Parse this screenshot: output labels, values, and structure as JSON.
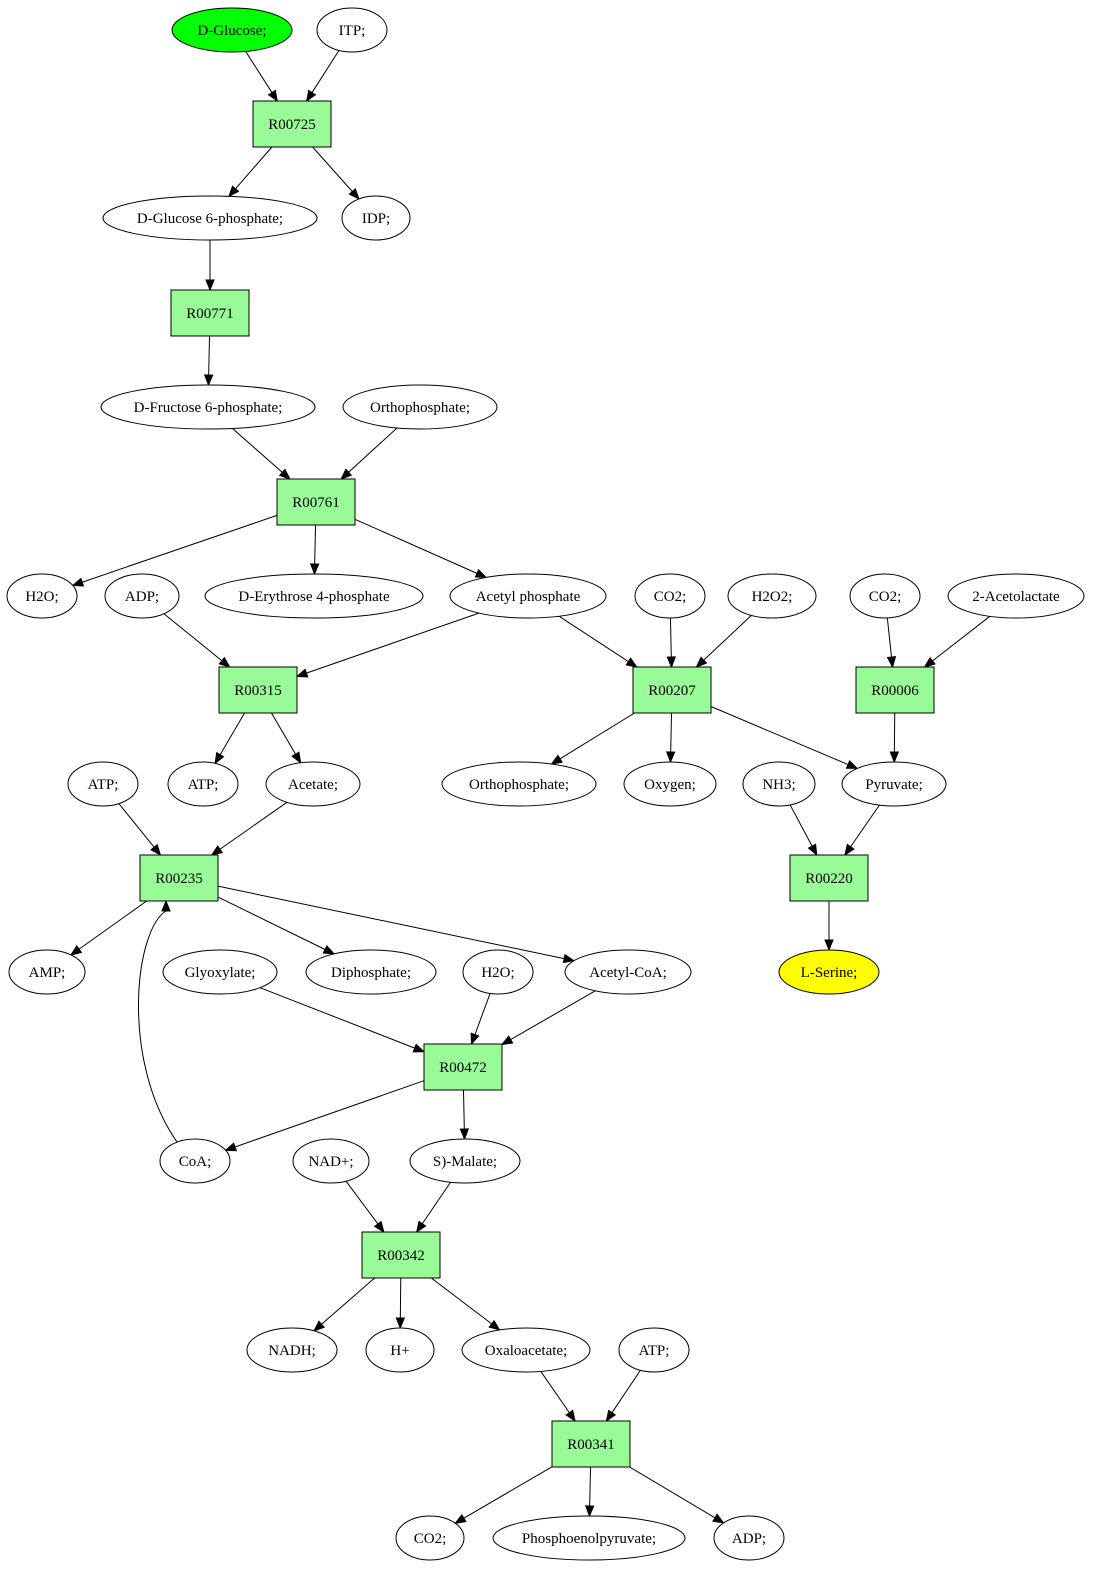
{
  "colors": {
    "reaction": "#98fb98",
    "source": "#00ff00",
    "target": "#ffff00",
    "compound": "#ffffff"
  },
  "nodes": [
    {
      "id": "n_dglucose",
      "label": "D-Glucose;",
      "kind": "compound",
      "role": "source"
    },
    {
      "id": "n_itp",
      "label": "ITP;",
      "kind": "compound"
    },
    {
      "id": "r00725",
      "label": "R00725",
      "kind": "reaction"
    },
    {
      "id": "n_g6p",
      "label": "D-Glucose 6-phosphate;",
      "kind": "compound"
    },
    {
      "id": "n_idp",
      "label": "IDP;",
      "kind": "compound"
    },
    {
      "id": "r00771",
      "label": "R00771",
      "kind": "reaction"
    },
    {
      "id": "n_f6p",
      "label": "D-Fructose 6-phosphate;",
      "kind": "compound"
    },
    {
      "id": "n_orthophosphate1",
      "label": "Orthophosphate;",
      "kind": "compound"
    },
    {
      "id": "r00761",
      "label": "R00761",
      "kind": "reaction"
    },
    {
      "id": "n_h2o1",
      "label": "H2O;",
      "kind": "compound"
    },
    {
      "id": "n_adp1",
      "label": "ADP;",
      "kind": "compound"
    },
    {
      "id": "n_e4p",
      "label": "D-Erythrose 4-phosphate",
      "kind": "compound"
    },
    {
      "id": "n_acetylp",
      "label": "Acetyl phosphate",
      "kind": "compound"
    },
    {
      "id": "n_co2a",
      "label": "CO2;",
      "kind": "compound"
    },
    {
      "id": "n_h2o2",
      "label": "H2O2;",
      "kind": "compound"
    },
    {
      "id": "n_co2b",
      "label": "CO2;",
      "kind": "compound"
    },
    {
      "id": "n_acetolactate",
      "label": "2-Acetolactate",
      "kind": "compound"
    },
    {
      "id": "r00315",
      "label": "R00315",
      "kind": "reaction"
    },
    {
      "id": "r00207",
      "label": "R00207",
      "kind": "reaction"
    },
    {
      "id": "r00006",
      "label": "R00006",
      "kind": "reaction"
    },
    {
      "id": "n_atp1",
      "label": "ATP;",
      "kind": "compound"
    },
    {
      "id": "n_atp2",
      "label": "ATP;",
      "kind": "compound"
    },
    {
      "id": "n_acetate",
      "label": "Acetate;",
      "kind": "compound"
    },
    {
      "id": "n_orthophosphate2",
      "label": "Orthophosphate;",
      "kind": "compound"
    },
    {
      "id": "n_oxygen",
      "label": "Oxygen;",
      "kind": "compound"
    },
    {
      "id": "n_nh3",
      "label": "NH3;",
      "kind": "compound"
    },
    {
      "id": "n_pyruvate",
      "label": "Pyruvate;",
      "kind": "compound"
    },
    {
      "id": "r00235",
      "label": "R00235",
      "kind": "reaction"
    },
    {
      "id": "r00220",
      "label": "R00220",
      "kind": "reaction"
    },
    {
      "id": "n_amp",
      "label": "AMP;",
      "kind": "compound"
    },
    {
      "id": "n_glyoxylate",
      "label": "Glyoxylate;",
      "kind": "compound"
    },
    {
      "id": "n_diphosphate",
      "label": "Diphosphate;",
      "kind": "compound"
    },
    {
      "id": "n_h2o3",
      "label": "H2O;",
      "kind": "compound"
    },
    {
      "id": "n_acetylcoa",
      "label": "Acetyl-CoA;",
      "kind": "compound"
    },
    {
      "id": "n_lserine",
      "label": "L-Serine;",
      "kind": "compound",
      "role": "target"
    },
    {
      "id": "r00472",
      "label": "R00472",
      "kind": "reaction"
    },
    {
      "id": "n_coa",
      "label": "CoA;",
      "kind": "compound"
    },
    {
      "id": "n_nad",
      "label": "NAD+;",
      "kind": "compound"
    },
    {
      "id": "n_smalate",
      "label": "S)-Malate;",
      "kind": "compound"
    },
    {
      "id": "r00342",
      "label": "R00342",
      "kind": "reaction"
    },
    {
      "id": "n_nadh",
      "label": "NADH;",
      "kind": "compound"
    },
    {
      "id": "n_hplus",
      "label": "H+",
      "kind": "compound"
    },
    {
      "id": "n_oxaloacetate",
      "label": "Oxaloacetate;",
      "kind": "compound"
    },
    {
      "id": "n_atp3",
      "label": "ATP;",
      "kind": "compound"
    },
    {
      "id": "r00341",
      "label": "R00341",
      "kind": "reaction"
    },
    {
      "id": "n_co2c",
      "label": "CO2;",
      "kind": "compound"
    },
    {
      "id": "n_pep",
      "label": "Phosphoenolpyruvate;",
      "kind": "compound"
    },
    {
      "id": "n_adp2",
      "label": "ADP;",
      "kind": "compound"
    }
  ],
  "edges": [
    {
      "from": "n_dglucose",
      "to": "r00725"
    },
    {
      "from": "n_itp",
      "to": "r00725"
    },
    {
      "from": "r00725",
      "to": "n_g6p"
    },
    {
      "from": "r00725",
      "to": "n_idp"
    },
    {
      "from": "n_g6p",
      "to": "r00771"
    },
    {
      "from": "r00771",
      "to": "n_f6p"
    },
    {
      "from": "n_f6p",
      "to": "r00761"
    },
    {
      "from": "n_orthophosphate1",
      "to": "r00761"
    },
    {
      "from": "r00761",
      "to": "n_h2o1"
    },
    {
      "from": "r00761",
      "to": "n_e4p"
    },
    {
      "from": "r00761",
      "to": "n_acetylp"
    },
    {
      "from": "n_adp1",
      "to": "r00315"
    },
    {
      "from": "n_acetylp",
      "to": "r00315"
    },
    {
      "from": "n_acetylp",
      "to": "r00207"
    },
    {
      "from": "n_co2a",
      "to": "r00207"
    },
    {
      "from": "n_h2o2",
      "to": "r00207"
    },
    {
      "from": "n_co2b",
      "to": "r00006"
    },
    {
      "from": "n_acetolactate",
      "to": "r00006"
    },
    {
      "from": "r00315",
      "to": "n_atp2"
    },
    {
      "from": "r00315",
      "to": "n_acetate"
    },
    {
      "from": "r00207",
      "to": "n_orthophosphate2"
    },
    {
      "from": "r00207",
      "to": "n_oxygen"
    },
    {
      "from": "r00207",
      "to": "n_pyruvate"
    },
    {
      "from": "r00006",
      "to": "n_pyruvate"
    },
    {
      "from": "n_atp1",
      "to": "r00235"
    },
    {
      "from": "n_acetate",
      "to": "r00235"
    },
    {
      "from": "n_nh3",
      "to": "r00220"
    },
    {
      "from": "n_pyruvate",
      "to": "r00220"
    },
    {
      "from": "r00235",
      "to": "n_amp"
    },
    {
      "from": "r00235",
      "to": "n_diphosphate"
    },
    {
      "from": "r00235",
      "to": "n_acetylcoa"
    },
    {
      "from": "r00220",
      "to": "n_lserine"
    },
    {
      "from": "n_glyoxylate",
      "to": "r00472"
    },
    {
      "from": "n_h2o3",
      "to": "r00472"
    },
    {
      "from": "n_acetylcoa",
      "to": "r00472"
    },
    {
      "from": "r00472",
      "to": "n_coa"
    },
    {
      "from": "r00472",
      "to": "n_smalate"
    },
    {
      "from": "n_coa",
      "to": "r00235"
    },
    {
      "from": "n_nad",
      "to": "r00342"
    },
    {
      "from": "n_smalate",
      "to": "r00342"
    },
    {
      "from": "r00342",
      "to": "n_nadh"
    },
    {
      "from": "r00342",
      "to": "n_hplus"
    },
    {
      "from": "r00342",
      "to": "n_oxaloacetate"
    },
    {
      "from": "n_oxaloacetate",
      "to": "r00341"
    },
    {
      "from": "n_atp3",
      "to": "r00341"
    },
    {
      "from": "r00341",
      "to": "n_co2c"
    },
    {
      "from": "r00341",
      "to": "n_pep"
    },
    {
      "from": "r00341",
      "to": "n_adp2"
    }
  ]
}
